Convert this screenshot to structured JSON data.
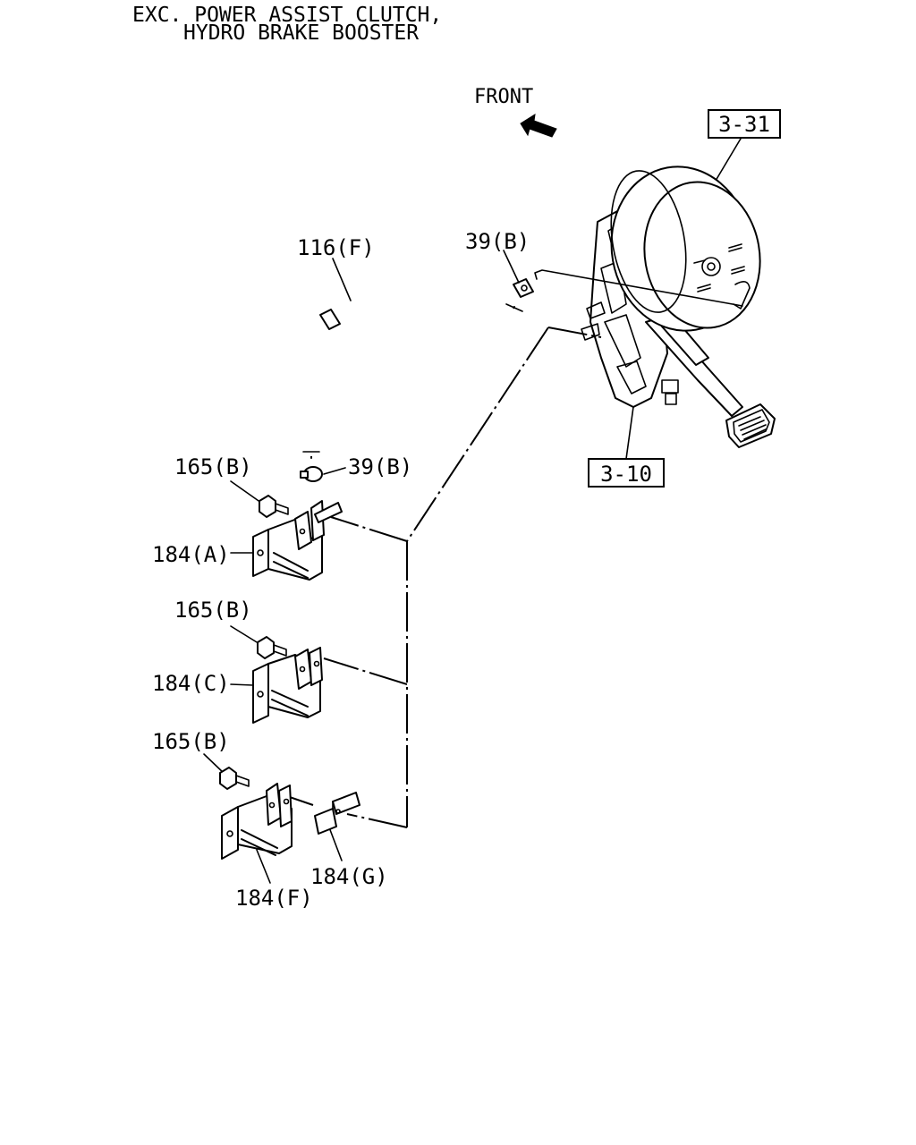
{
  "header": {
    "line1": "EXC. POWER ASSIST CLUTCH,",
    "line2": "HYDRO BRAKE BOOSTER"
  },
  "front_label": "FRONT",
  "references": {
    "booster": "3-31",
    "pedal_bracket": "3-10"
  },
  "callouts": {
    "hose": "116(F)",
    "clamp_upper": "39(B)",
    "clamp_lower": "39(B)",
    "bolt_1": "165(B)",
    "bolt_2": "165(B)",
    "bolt_3": "165(B)",
    "clip_a": "184(A)",
    "clip_c": "184(C)",
    "clip_f": "184(F)",
    "clip_g": "184(G)"
  }
}
